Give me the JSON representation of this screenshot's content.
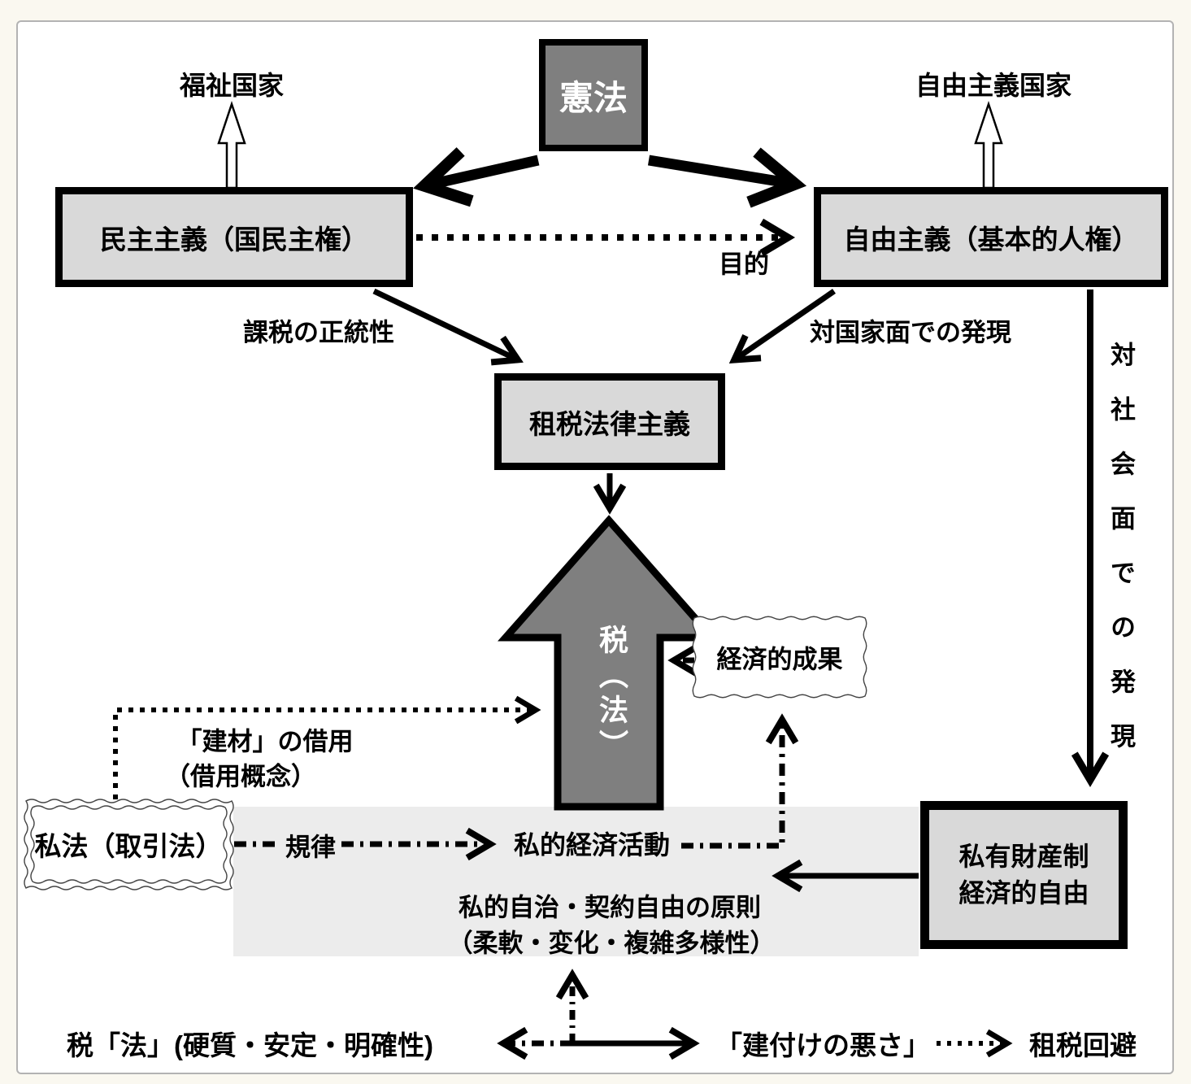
{
  "nodes": {
    "constitution": {
      "label": "憲法"
    },
    "democracy": {
      "label": "民主主義（国民主権）"
    },
    "liberalism": {
      "label": "自由主義（基本的人権）"
    },
    "tax_legalism": {
      "label": "租税法律主義"
    },
    "tax_law_arrow": {
      "label": "税（法）"
    },
    "economic_results": {
      "label": "経済的成果"
    },
    "private_law": {
      "label": "私法（取引法）"
    },
    "private_property": {
      "line1": "私有財産制",
      "line2": "経済的自由"
    }
  },
  "labels": {
    "welfare_state": "福祉国家",
    "liberal_state": "自由主義国家",
    "purpose": "目的",
    "tax_legitimacy": "課税の正統性",
    "state_manifestation": "対国家面での発現",
    "social_manifestation": "対社会面での発現",
    "borrowing_line1": "「建材」の借用",
    "borrowing_line2": "（借用概念）",
    "discipline": "規律",
    "private_economic_activity": "私的経済活動",
    "private_autonomy_line1": "私的自治・契約自由の原則",
    "private_autonomy_line2": "（柔軟・変化・複雑多様性）",
    "tax_law_rigid": "税「法」(硬質・安定・明確性)",
    "poor_construction": "「建付けの悪さ」",
    "tax_avoidance": "租税回避"
  },
  "colors": {
    "dark_box_fill": "#7f7f7f",
    "light_box_fill": "#d9d9d9",
    "band_fill": "#ececec",
    "page_background": "#faf8f0",
    "panel_border": "#b3b3b3",
    "line": "#000000"
  }
}
